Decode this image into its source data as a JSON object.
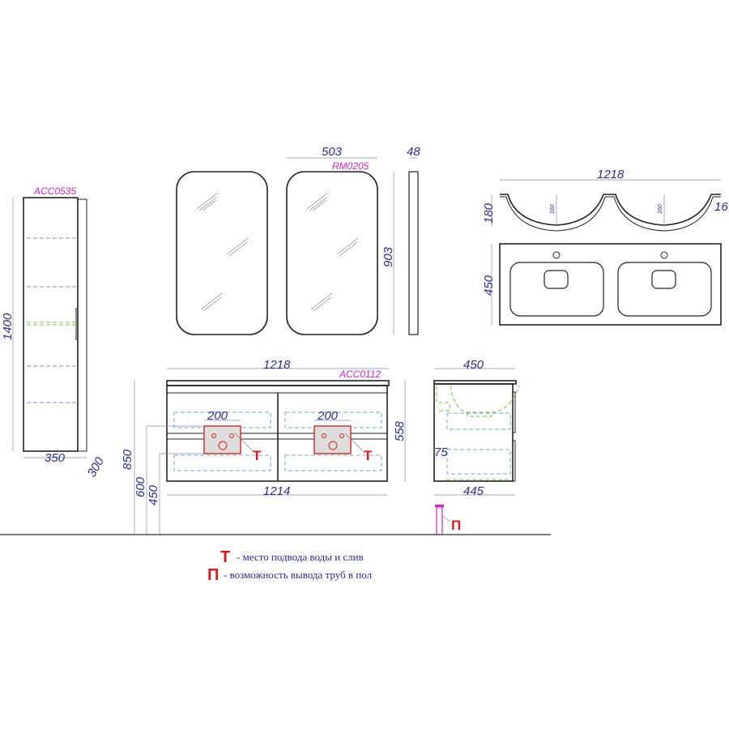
{
  "tall_cabinet": {
    "code": "ACC0535",
    "height": "1400",
    "width": "350",
    "depth": "300"
  },
  "mirrors": {
    "code": "RM0205",
    "width": "503",
    "height": "903",
    "depth": "48"
  },
  "washbasin": {
    "width": "1218",
    "height": "180",
    "rim": "16",
    "inner_depth_1": "160",
    "inner_depth_2": "160",
    "depth": "450"
  },
  "vanity_front": {
    "code": "ACC0112",
    "top_width": "1218",
    "body_width": "1214",
    "height": "558",
    "connection_width_1": "200",
    "connection_width_2": "200",
    "mark_1": "Т",
    "mark_2": "Т",
    "mount_heights": [
      "850",
      "600",
      "450"
    ]
  },
  "vanity_side": {
    "top_depth": "450",
    "body_depth": "445",
    "offset": "75",
    "floor_mark": "П"
  },
  "legend": [
    {
      "symbol": "Т",
      "text": "- место подвода воды и слив"
    },
    {
      "symbol": "П",
      "text": "- возможность вывода труб в пол"
    }
  ],
  "colors": {
    "dimension": "#2b2a9c",
    "code": "#d61fd6",
    "marker": "#e01818"
  }
}
